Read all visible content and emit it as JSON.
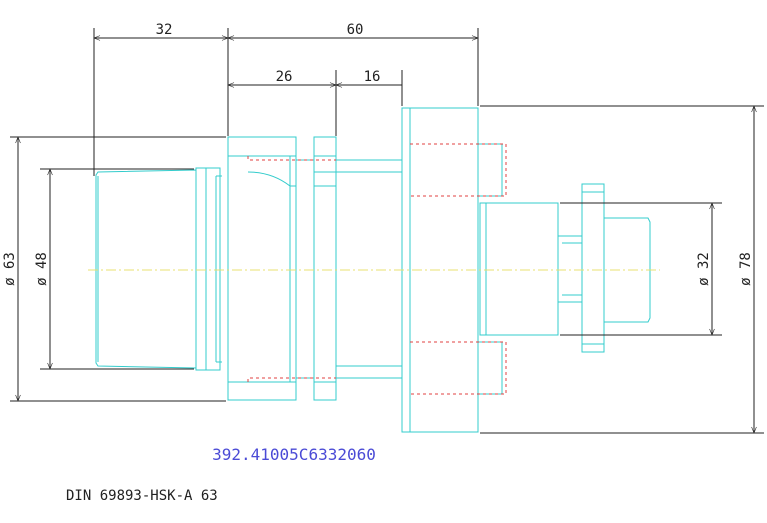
{
  "drawing": {
    "dimensions": {
      "d32_top": "32",
      "d60_top": "60",
      "d26": "26",
      "d16": "16",
      "dia63": "ø 63",
      "dia48": "ø 48",
      "dia32": "ø 32",
      "dia78": "ø 78"
    },
    "part_number": "392.41005C6332060",
    "standard": "DIN 69893-HSK-A 63",
    "colors": {
      "part_outline": "#33cccc",
      "hidden_lines": "#e04040",
      "centerline": "#e8e070",
      "dimension_lines": "#222222",
      "part_number_text": "#4b4bd6"
    }
  }
}
